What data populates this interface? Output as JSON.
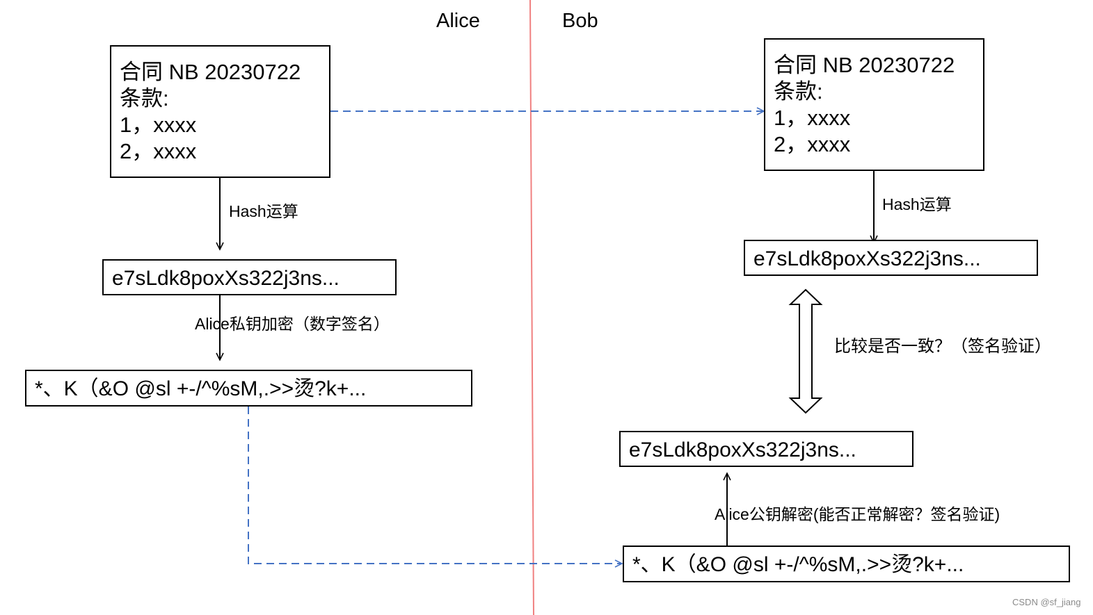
{
  "lanes": {
    "alice": "Alice",
    "bob": "Bob"
  },
  "contract": {
    "title": "合同 NB 20230722",
    "clauses_label": "条款:",
    "items": [
      "1，xxxx",
      "2，xxxx"
    ]
  },
  "hash_label": "Hash运算",
  "hash_value": "e7sLdk8poxXs322j3ns...",
  "sign_label": "Alice私钥加密（数字签名）",
  "signature_value": "*、K（&O @sl +-/^%sM,.>>烫?k+...",
  "compare_label": "比较是否一致？（签名验证）",
  "decrypt_label": "Alice公钥解密(能否正常解密？签名验证)",
  "watermark": "CSDN @sf_jiang",
  "colors": {
    "divider": "#f08080",
    "dashed_arrow": "#4472c4",
    "solid_arrow": "#000000"
  }
}
